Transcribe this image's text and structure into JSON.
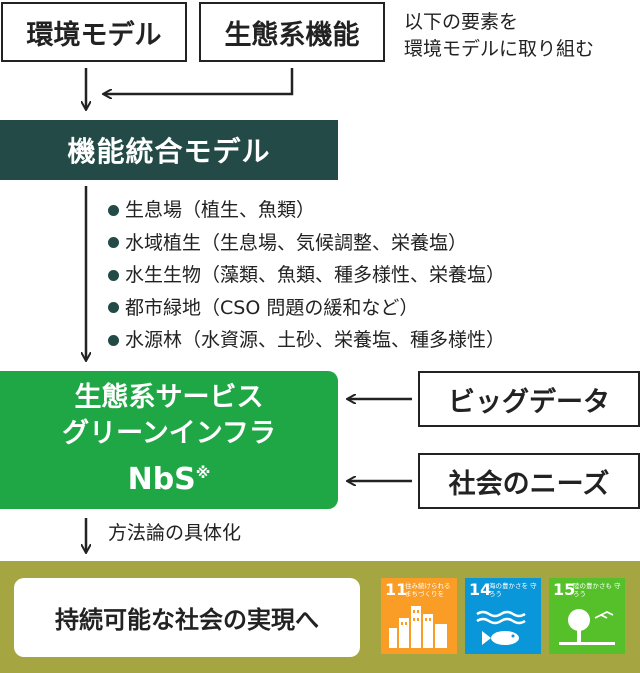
{
  "boxes": {
    "env_model": "環境モデル",
    "eco_function": "生態系機能",
    "big_data": "ビッグデータ",
    "social_needs": "社会のニーズ"
  },
  "note": {
    "line1": "以下の要素を",
    "line2": "環境モデルに取り組む"
  },
  "integrated_model": "機能統合モデル",
  "elements": [
    "生息場（植生、魚類）",
    "水域植生（生息場、気候調整、栄養塩）",
    "水生生物（藻類、魚類、種多様性、栄養塩）",
    "都市緑地（CSO 問題の緩和など）",
    "水源林（水資源、土砂、栄養塩、種多様性）"
  ],
  "ecosystem": {
    "line1": "生態系サービス",
    "line2": "グリーンインフラ",
    "line3": "NbS",
    "mark": "※"
  },
  "methodology": "方法論の具体化",
  "goal": "持続可能な社会の実現へ",
  "sdgs": [
    {
      "number": "11",
      "caption": "住み続けられる まちづくりを",
      "color": "#f99d26",
      "icon": "city-icon"
    },
    {
      "number": "14",
      "caption": "海の豊かさを 守ろう",
      "color": "#0a97d9",
      "icon": "fish-icon"
    },
    {
      "number": "15",
      "caption": "陸の豊かさも 守ろう",
      "color": "#56c02b",
      "icon": "tree-icon"
    }
  ],
  "colors": {
    "dark_teal": "#234a47",
    "green": "#1fa746",
    "olive": "#a5a642"
  }
}
